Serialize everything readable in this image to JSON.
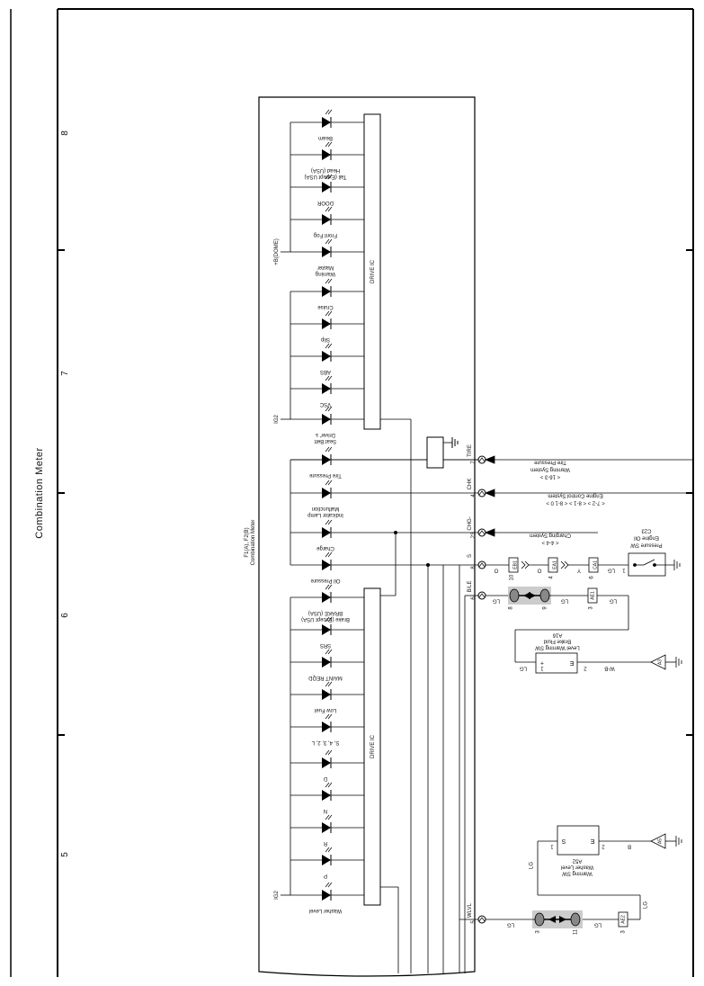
{
  "page": {
    "title": "Combination Meter",
    "grid_numbers": [
      "8",
      "7",
      "6",
      "5"
    ]
  },
  "meter": {
    "connector": "F1(A), F2(B)",
    "name": "Combination Meter",
    "ic_label": "DRIVE IC",
    "power_label": "+B(DOME)",
    "ig_label": "IG2"
  },
  "lamps_top": [
    {
      "label": "Beam",
      "label2": ""
    },
    {
      "label": "Head (USA)",
      "label2": "Tail (Except USA)"
    },
    {
      "label": "DOOR",
      "label2": ""
    },
    {
      "label": "Front Fog",
      "label2": ""
    },
    {
      "label": "Master",
      "label2": "Warning"
    },
    {
      "label": "Cruise",
      "label2": ""
    },
    {
      "label": "Slip",
      "label2": ""
    },
    {
      "label": "ABS",
      "label2": ""
    },
    {
      "label": "VSC",
      "label2": ""
    },
    {
      "label": "Driver' s",
      "label2": "Seat Belt"
    }
  ],
  "lamps_mid": [
    {
      "label": "Tire Pressure",
      "label2": ""
    },
    {
      "label": "Malfunction",
      "label2": "Indicator Lamp"
    },
    {
      "label": "Charge",
      "label2": ""
    },
    {
      "label": "Oil Pressure",
      "label2": ""
    }
  ],
  "lamps_bottom": [
    {
      "label": "BRAKE (USA)",
      "label2": "Brake (Except USA)"
    },
    {
      "label": "SRS",
      "label2": ""
    },
    {
      "label": "MAINT REQD",
      "label2": ""
    },
    {
      "label": "Low Fuel",
      "label2": ""
    },
    {
      "label": "S, 4, 3, 2, L",
      "label2": ""
    },
    {
      "label": "D",
      "label2": ""
    },
    {
      "label": "N",
      "label2": ""
    },
    {
      "label": "R",
      "label2": ""
    },
    {
      "label": "P",
      "label2": ""
    },
    {
      "label": "Washer Level",
      "label2": ""
    }
  ],
  "pins": [
    {
      "signal": "TIRE",
      "pin": "7"
    },
    {
      "signal": "CHK",
      "pin": "4"
    },
    {
      "signal": "CHG-",
      "pin": "23"
    },
    {
      "signal": "S",
      "pin": "8"
    },
    {
      "signal": "B/LE",
      "pin": "6"
    },
    {
      "signal": "WLVL",
      "pin": "5"
    }
  ],
  "refs": {
    "tire": {
      "line1": "Tire Pressure",
      "line2": "Warning System",
      "line3": "< 16-3 >"
    },
    "engine": {
      "line1": "Engine Control System",
      "line2": "< 7-2 > < 8-1 > < 8-1 0 >"
    },
    "charging": {
      "line1": "Charging System",
      "line2": "< 4-4 >"
    }
  },
  "components": {
    "oil_sw": {
      "id": "C23",
      "line1": "Engine Oil",
      "line2": "Pressure SW",
      "pin": "1"
    },
    "brake_sw": {
      "id": "A16",
      "line1": "Brake Fluid",
      "line2": "Level Warning SW",
      "pin_plus": "1",
      "pin_e": "2",
      "plus": "+",
      "e": "E"
    },
    "washer_sw": {
      "id": "A52",
      "line1": "Washer Level",
      "line2": "Warning SW",
      "pin_s": "1",
      "pin_e": "2",
      "s": "S",
      "e": "E"
    }
  },
  "grounds": {
    "a3": "A3",
    "a5": "A5"
  },
  "connectors": {
    "c_10": {
      "id": "EB1",
      "pin": "10"
    },
    "c_4": {
      "id": "EA1",
      "pin": "4"
    },
    "c_6": {
      "id": "CA1",
      "pin": "6"
    },
    "c_8": {
      "pin": "8"
    },
    "c_9": {
      "pin": "9"
    },
    "c_3": {
      "id": "AE1",
      "pin": "3"
    },
    "c_3b": {
      "pin": "3"
    },
    "c_11": {
      "pin": "11"
    },
    "c_3c": {
      "id": "AE2",
      "pin": "3"
    }
  },
  "wires": {
    "o1": "O",
    "o2": "O",
    "y": "Y",
    "lg1": "LG",
    "lg2": "LG",
    "lg3": "LG",
    "lg4": "LG",
    "wb": "W-B",
    "lg5": "LG",
    "lg6": "LG",
    "lg7": "LG",
    "lg8": "LG",
    "b": "B"
  }
}
